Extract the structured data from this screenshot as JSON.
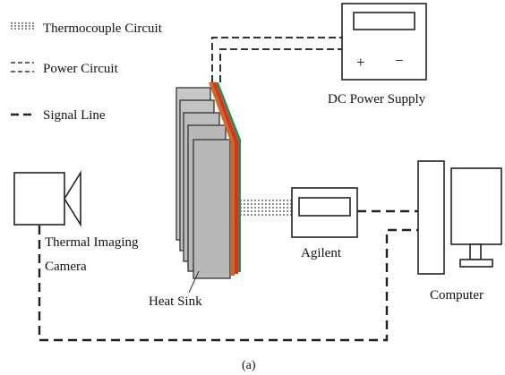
{
  "legend": {
    "thermocouple": "Thermocouple Circuit",
    "power": "Power Circuit",
    "signal": "Signal Line"
  },
  "labels": {
    "dc_power_supply": "DC Power Supply",
    "plus": "+",
    "minus": "−",
    "thermal_imaging_line1": "Thermal Imaging",
    "thermal_imaging_line2": "Camera",
    "heat_sink": "Heat Sink",
    "agilent": "Agilent",
    "computer": "Computer",
    "caption": "(a)"
  },
  "colors": {
    "line": "#333333",
    "plate_fill": "#b8b8b8",
    "stripe_orange": "#d2691e",
    "stripe_red": "#e0301e",
    "stripe_green": "#2e8b57"
  }
}
